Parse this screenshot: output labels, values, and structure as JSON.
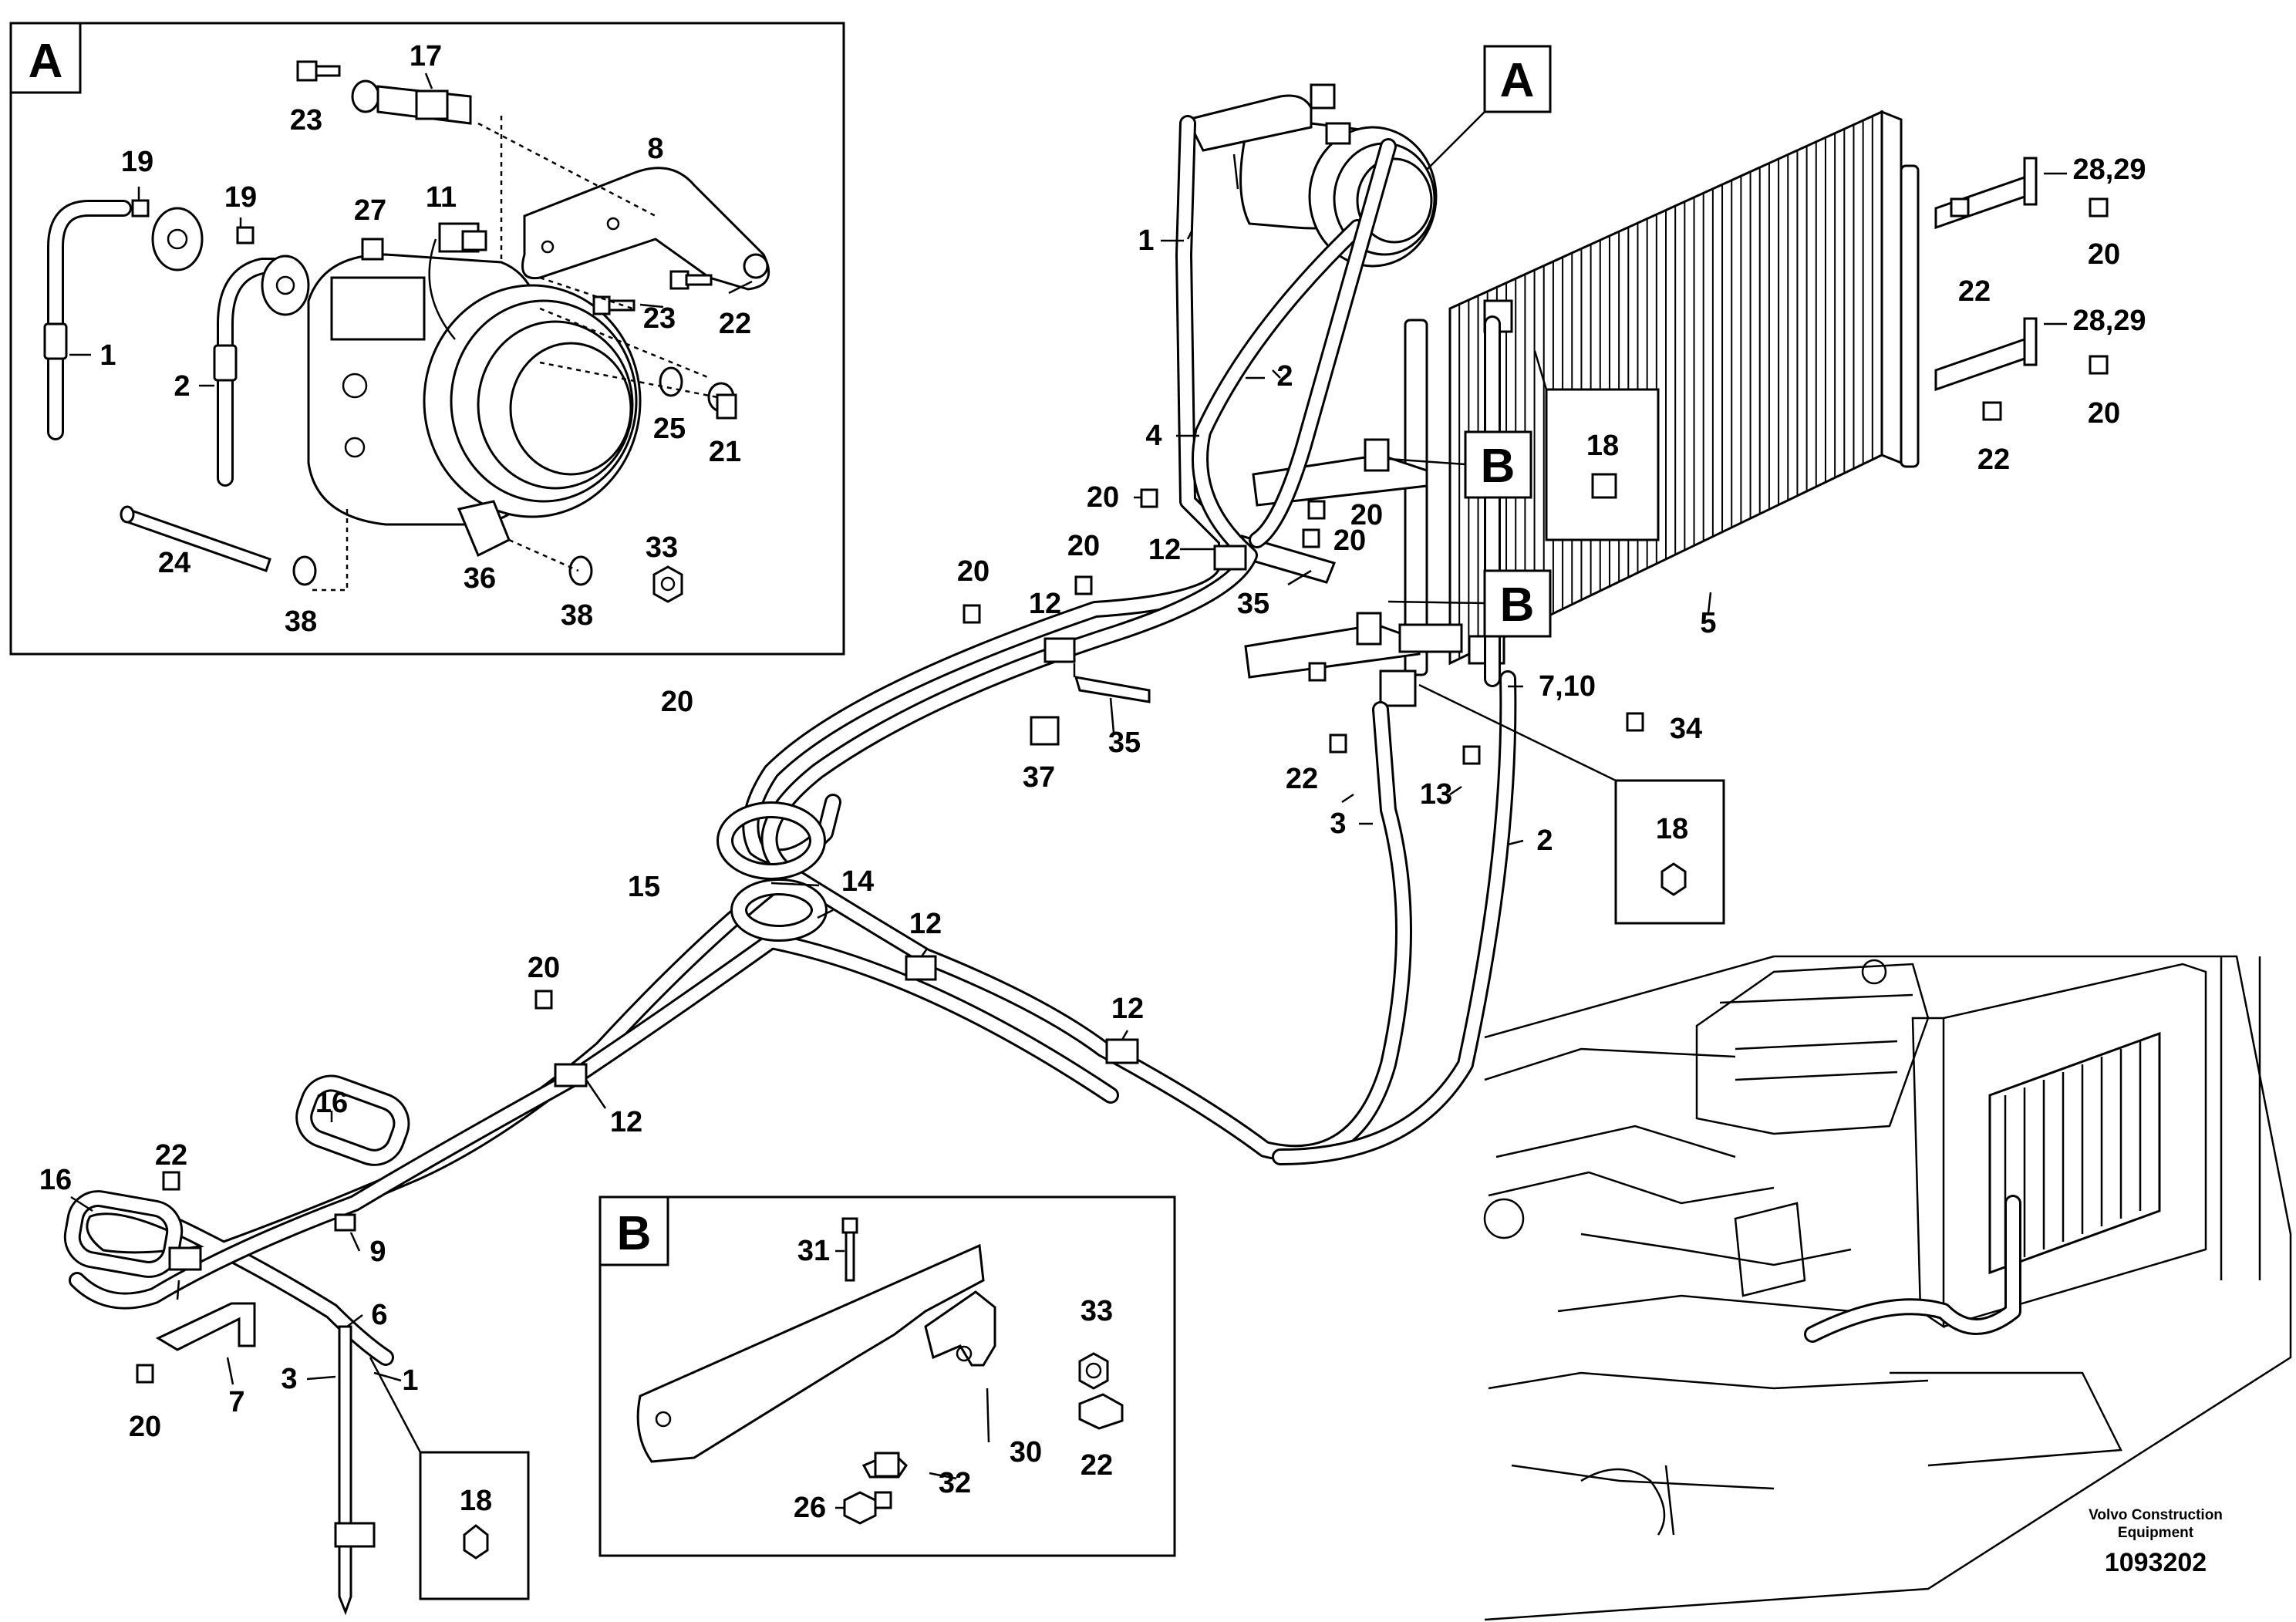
{
  "figure": {
    "publisher_line1": "Volvo Construction",
    "publisher_line2": "Equipment",
    "document_number": "1093202"
  },
  "detail_a": {
    "letter": "A",
    "callouts": [
      "17",
      "23",
      "8",
      "19",
      "19",
      "1",
      "2",
      "27",
      "11",
      "23",
      "22",
      "25",
      "21",
      "24",
      "36",
      "33",
      "38",
      "38"
    ]
  },
  "detail_b": {
    "letter": "B",
    "callouts": [
      "31",
      "33",
      "22",
      "30",
      "32",
      "26"
    ]
  },
  "main": {
    "detail_markers": [
      "A",
      "B",
      "B"
    ],
    "boxed_18": [
      "18",
      "18",
      "18"
    ],
    "callouts": [
      "1",
      "2",
      "4",
      "20",
      "20",
      "20",
      "12",
      "20",
      "20",
      "12",
      "35",
      "35",
      "37",
      "15",
      "14",
      "12",
      "12",
      "20",
      "12",
      "16",
      "16",
      "22",
      "9",
      "6",
      "3",
      "1",
      "7",
      "20",
      "5",
      "7,10",
      "34",
      "22",
      "13",
      "3",
      "2",
      "28,29",
      "28,29",
      "20",
      "20",
      "22",
      "22",
      "20"
    ]
  }
}
